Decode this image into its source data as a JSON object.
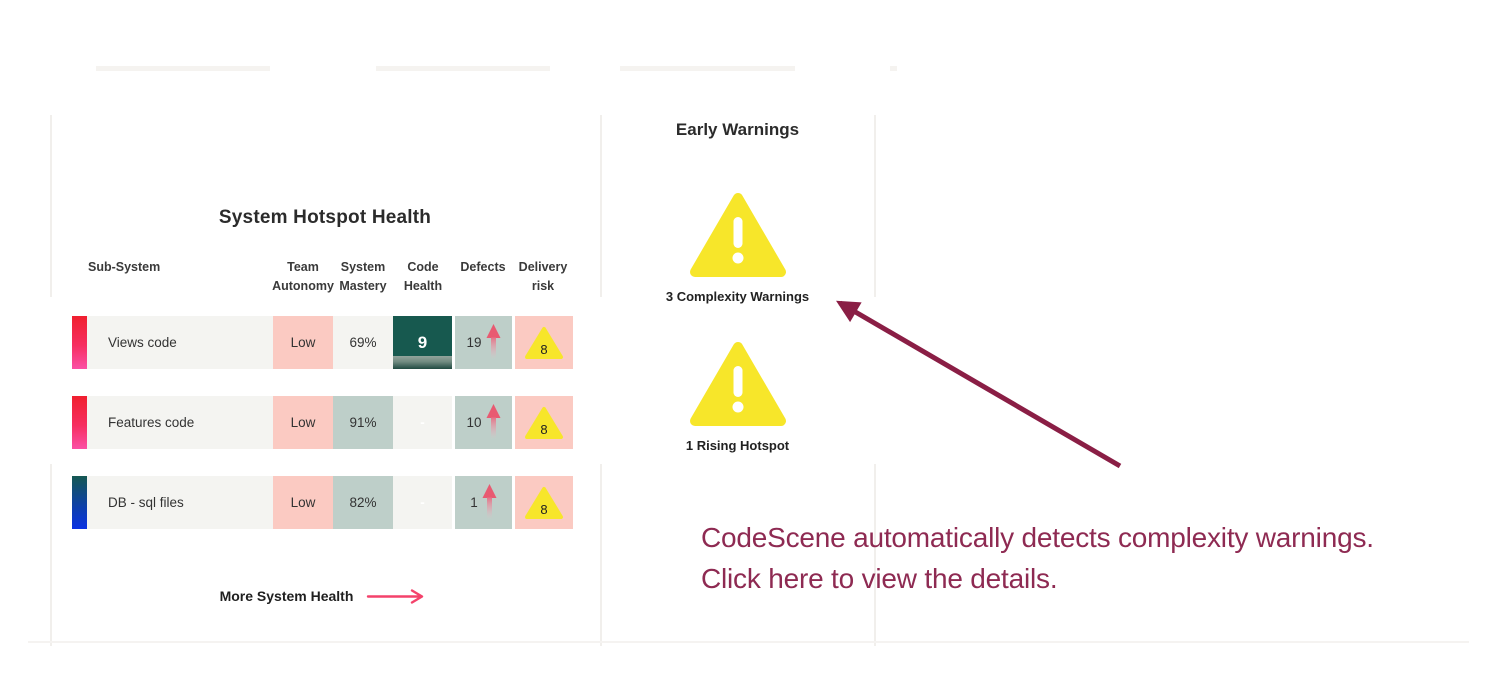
{
  "system_health": {
    "title": "System Hotspot Health",
    "header": {
      "sub_system": "Sub-System",
      "team_autonomy": {
        "line1": "Team",
        "line2": "Autonomy"
      },
      "system_mastery": {
        "line1": "System",
        "line2": "Mastery"
      },
      "code_health": {
        "line1": "Code",
        "line2": "Health"
      },
      "defects": "Defects",
      "delivery_risk": {
        "line1": "Delivery",
        "line2": "risk"
      }
    },
    "rows": [
      {
        "name": "Views code",
        "team_autonomy": "Low",
        "system_mastery": "69%",
        "code_health": "9",
        "defects": "19",
        "defects_trend": "up-arrow-icon",
        "delivery_risk": "8"
      },
      {
        "name": "Features code",
        "team_autonomy": "Low",
        "system_mastery": "91%",
        "code_health": "-",
        "defects": "10",
        "defects_trend": "up-arrow-icon",
        "delivery_risk": "8"
      },
      {
        "name": "DB - sql files",
        "team_autonomy": "Low",
        "system_mastery": "82%",
        "code_health": "-",
        "defects": "1",
        "defects_trend": "up-arrow-icon",
        "delivery_risk": "8"
      }
    ],
    "more_link": "More System Health"
  },
  "early_warnings": {
    "title": "Early Warnings",
    "items": [
      {
        "label": "3 Complexity Warnings",
        "icon": "warning-triangle-icon"
      },
      {
        "label": "1 Rising Hotspot",
        "icon": "warning-triangle-icon"
      }
    ]
  },
  "annotation": {
    "line1": "CodeScene automatically detects complexity warnings.",
    "line2": "Click here to view the details."
  },
  "colors": {
    "row_background": "#f4f4f1",
    "risk_pink_cell": "#fbcac2",
    "teal_cell": "#becfc9",
    "code_health_green": "#17594f",
    "warning_yellow": "#f7e62a",
    "trend_arrow_red": "#e85a71",
    "link_arrow_pink": "#f4426b",
    "annotation_maroon": "#8e2a52",
    "gradient_bar_red_top": "#f0202f",
    "gradient_bar_red_bottom": "#fb50a5",
    "gradient_bar_blue_top": "#155852",
    "gradient_bar_blue_bottom": "#0b32e3"
  }
}
